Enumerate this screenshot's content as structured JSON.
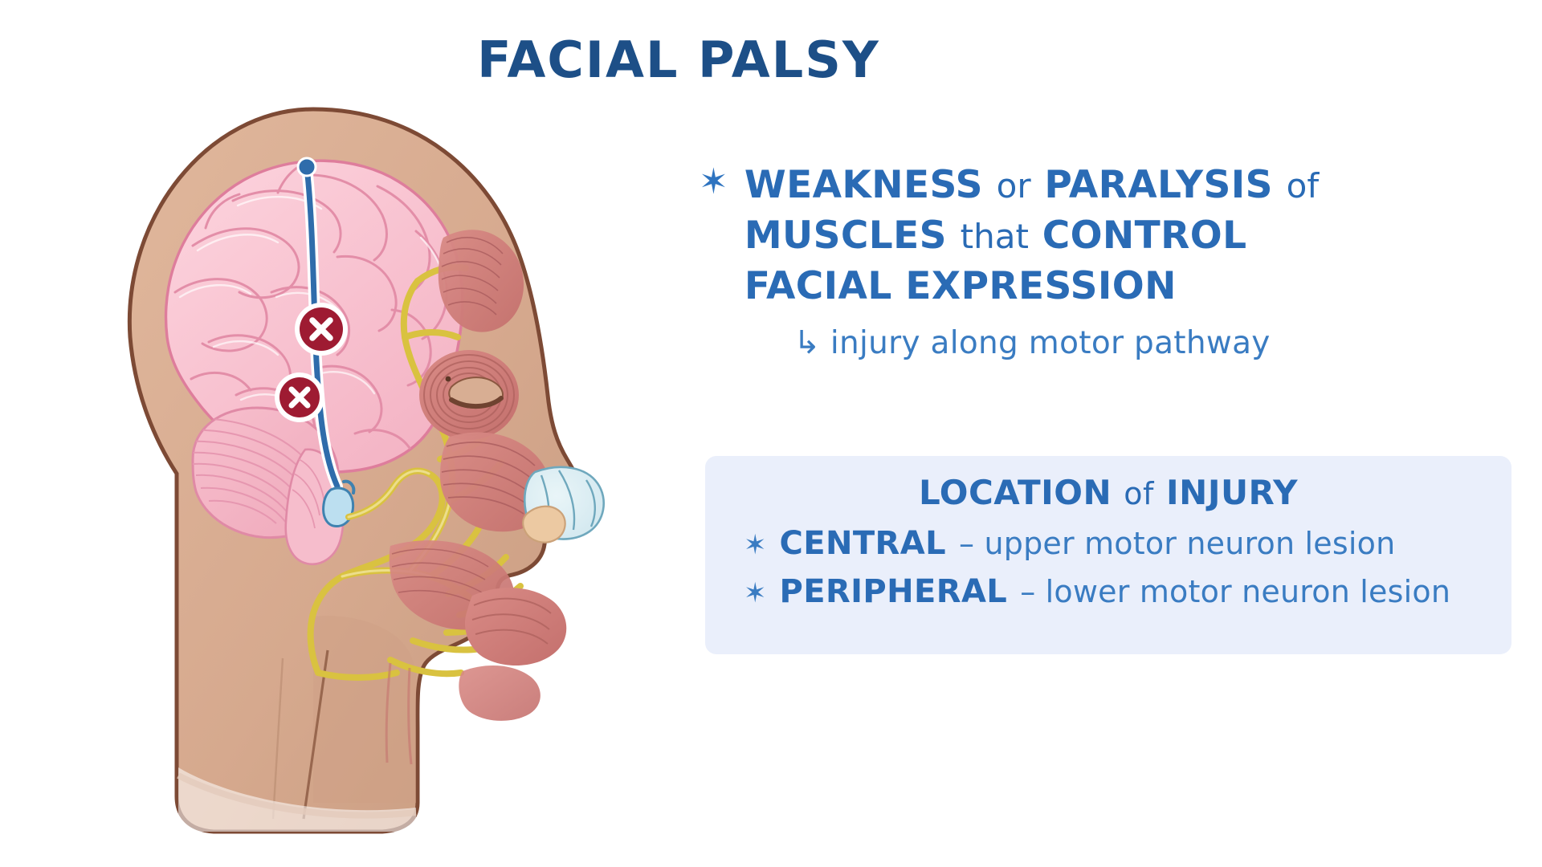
{
  "title": "FACIAL PALSY",
  "colors": {
    "title_navy": "#1d4f87",
    "body_blue": "#2a6bb5",
    "light_blue": "#3a7cc2",
    "box_background": "#eaeffb",
    "lesion_marker_red": "#9e1b32",
    "pathway_blue": "#2f6cab",
    "nerve_yellow": "#e3d04a",
    "brain_pink": "#f9c5d1",
    "skin_tan": "#d9ad91",
    "muscle_red": "#cf7b78"
  },
  "main_point": {
    "bullet": "✶",
    "line1_a": "WEAKNESS",
    "line1_b": "or",
    "line1_c": "PARALYSIS",
    "line1_d": "of",
    "line2_a": "MUSCLES",
    "line2_b": "that",
    "line2_c": "CONTROL",
    "line3": "FACIAL EXPRESSION",
    "subnote_arrow": "↳",
    "subnote_text": "injury along motor pathway"
  },
  "info_box": {
    "heading_a": "LOCATION",
    "heading_b": "of",
    "heading_c": "INJURY",
    "rows": [
      {
        "bullet": "✶",
        "term": "CENTRAL",
        "desc": "– upper motor neuron lesion"
      },
      {
        "bullet": "✶",
        "term": "PERIPHERAL",
        "desc": "– lower motor neuron lesion"
      }
    ]
  },
  "illustration": {
    "name": "lateral-head-facial-nerve-anatomy",
    "lesion_markers": [
      {
        "id": "central-lesion",
        "glyph": "✕",
        "label": "central upper motor neuron lesion site"
      },
      {
        "id": "peripheral-lesion",
        "glyph": "✕",
        "label": "peripheral lower motor neuron lesion site"
      }
    ],
    "parts": [
      "head-profile",
      "cerebrum",
      "cerebellum",
      "brainstem",
      "corticobulbar-tract",
      "facial-nerve",
      "facial-muscles",
      "eye",
      "nasal-cartilage"
    ]
  }
}
